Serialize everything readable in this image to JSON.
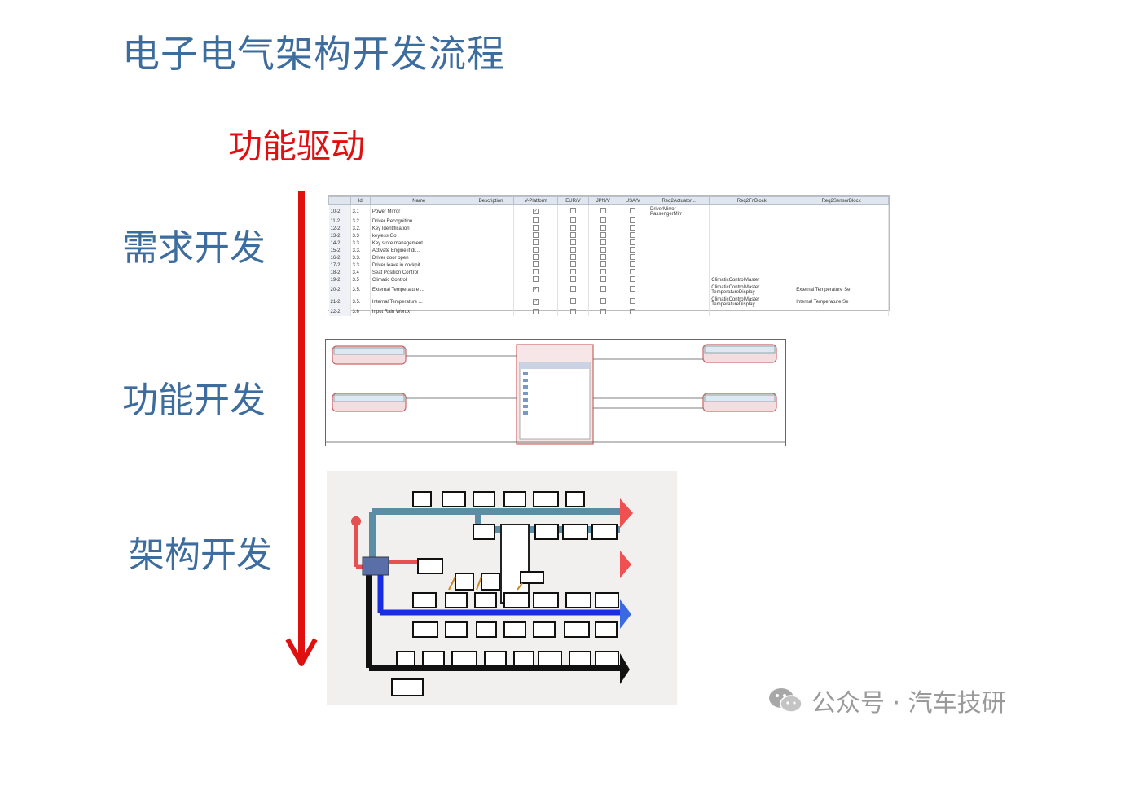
{
  "page": {
    "title": "电子电气架构开发流程",
    "subtitle": "功能驱动",
    "stages": [
      "需求开发",
      "功能开发",
      "架构开发"
    ]
  },
  "requirements_table": {
    "columns": [
      "Id",
      "Name",
      "Description",
      "V-Platform",
      "EUR/V",
      "JPN/V",
      "USA/V",
      "Req2Actuator...",
      "Req2FnBlock",
      "Req2SensorBlock"
    ],
    "rows": [
      {
        "row": "10-2",
        "id": "3.1",
        "name": "Power Mirror",
        "checked": true,
        "actuators": [
          "DriverMirror",
          "PassengerMirr"
        ],
        "fnblocks": [],
        "sensors": []
      },
      {
        "row": "11-2",
        "id": "3.2",
        "name": "Driver Recognition",
        "checked": false,
        "actuators": [],
        "fnblocks": [],
        "sensors": []
      },
      {
        "row": "12-2",
        "id": "3.2.",
        "name": "Key Identification",
        "checked": false,
        "actuators": [],
        "fnblocks": [],
        "sensors": []
      },
      {
        "row": "13-2",
        "id": "3.3",
        "name": "keyless Go",
        "checked": false,
        "actuators": [],
        "fnblocks": [],
        "sensors": []
      },
      {
        "row": "14-2",
        "id": "3.3.",
        "name": "Key store management ...",
        "checked": false,
        "actuators": [],
        "fnblocks": [],
        "sensors": []
      },
      {
        "row": "15-2",
        "id": "3.3.",
        "name": "Activate Engine if dr...",
        "checked": false,
        "actuators": [],
        "fnblocks": [],
        "sensors": []
      },
      {
        "row": "16-2",
        "id": "3.3.",
        "name": "Driver door open",
        "checked": false,
        "actuators": [],
        "fnblocks": [],
        "sensors": []
      },
      {
        "row": "17-2",
        "id": "3.3.",
        "name": "Driver leave in cockpit",
        "checked": false,
        "actuators": [],
        "fnblocks": [],
        "sensors": []
      },
      {
        "row": "18-2",
        "id": "3.4",
        "name": "Seat Position Control",
        "checked": false,
        "actuators": [],
        "fnblocks": [],
        "sensors": []
      },
      {
        "row": "19-2",
        "id": "3.5",
        "name": "Climatic Control",
        "checked": false,
        "actuators": [],
        "fnblocks": [
          "ClimaticControlMaster"
        ],
        "sensors": []
      },
      {
        "row": "20-2",
        "id": "3.5.",
        "name": "External Temperature ...",
        "checked": true,
        "actuators": [],
        "fnblocks": [
          "ClimaticControlMaster",
          "TemperatureDisplay"
        ],
        "sensors": [
          "External Temperature Se"
        ]
      },
      {
        "row": "21-2",
        "id": "3.5.",
        "name": "Internal Temperature ...",
        "checked": true,
        "actuators": [],
        "fnblocks": [
          "ClimaticControlMaster",
          "TemperatureDisplay"
        ],
        "sensors": [
          "Internal Temperature Se"
        ]
      },
      {
        "row": "22-2",
        "id": "3.6",
        "name": "Input Rain Worux",
        "checked": false,
        "actuators": [],
        "fnblocks": [],
        "sensors": []
      }
    ]
  },
  "colors": {
    "title": "#3d6d9e",
    "subtitle": "#e01010",
    "timeline_arrow": "#e01010",
    "bus_teal": "#5b8ea6",
    "bus_blue": "#1a2ee0",
    "bus_black": "#111111",
    "bus_red": "#e65050"
  },
  "watermark": {
    "icon": "wechat-icon",
    "text": "公众号 · 汽车技研"
  }
}
